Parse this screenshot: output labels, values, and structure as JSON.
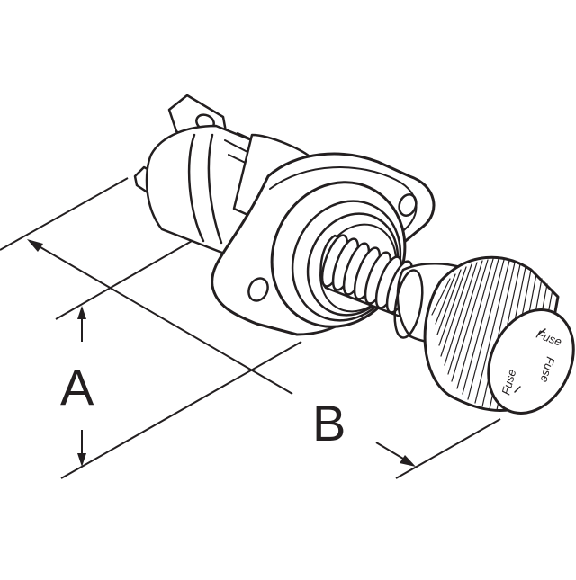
{
  "diagram": {
    "dimension_a_label": "A",
    "dimension_b_label": "B",
    "cap_text_1": "Fuse",
    "cap_text_2": "Fuse",
    "colors": {
      "line": "#231f20",
      "background": "#ffffff"
    }
  }
}
